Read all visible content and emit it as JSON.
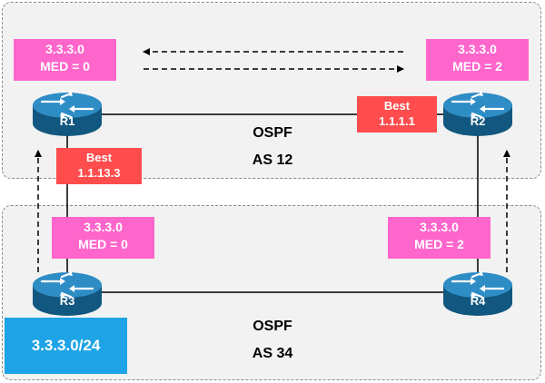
{
  "as12": {
    "protocol": "OSPF",
    "label": "AS 12"
  },
  "as34": {
    "protocol": "OSPF",
    "label": "AS 34"
  },
  "routers": {
    "r1": "R1",
    "r2": "R2",
    "r3": "R3",
    "r4": "R4"
  },
  "med": {
    "r1": {
      "prefix": "3.3.3.0",
      "med": "MED = 0"
    },
    "r2": {
      "prefix": "3.3.3.0",
      "med": "MED = 2"
    },
    "r3": {
      "prefix": "3.3.3.0",
      "med": "MED = 0"
    },
    "r4": {
      "prefix": "3.3.3.0",
      "med": "MED = 2"
    }
  },
  "best": {
    "r1": {
      "title": "Best",
      "nexthop": "1.1.13.3"
    },
    "r2": {
      "title": "Best",
      "nexthop": "1.1.1.1"
    }
  },
  "origin_prefix": "3.3.3.0/24",
  "colors": {
    "med_box": "#ff66cc",
    "best_box": "#ff4d4d",
    "prefix_box": "#1ea4e6",
    "router": "#1a6fa0"
  }
}
